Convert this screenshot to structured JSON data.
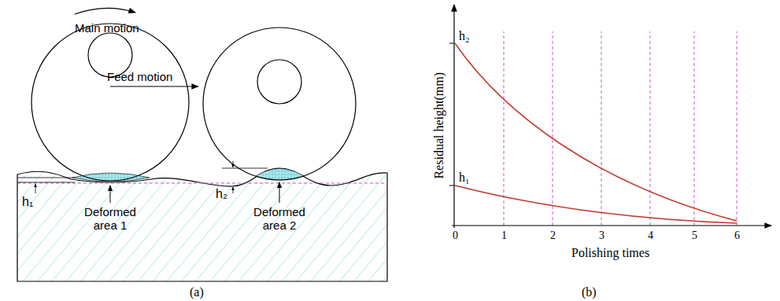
{
  "diagram": {
    "labels": [
      "Main motion",
      "Feed motion",
      "h₁",
      "Deformed area 1",
      "h₂",
      "Deformed area 2",
      "(a)",
      "h₂",
      "h₁",
      "Residual height(mm)",
      "0",
      "1",
      "2",
      "3",
      "4",
      "5",
      "6",
      "Polishing times",
      "(b)"
    ]
  }
}
